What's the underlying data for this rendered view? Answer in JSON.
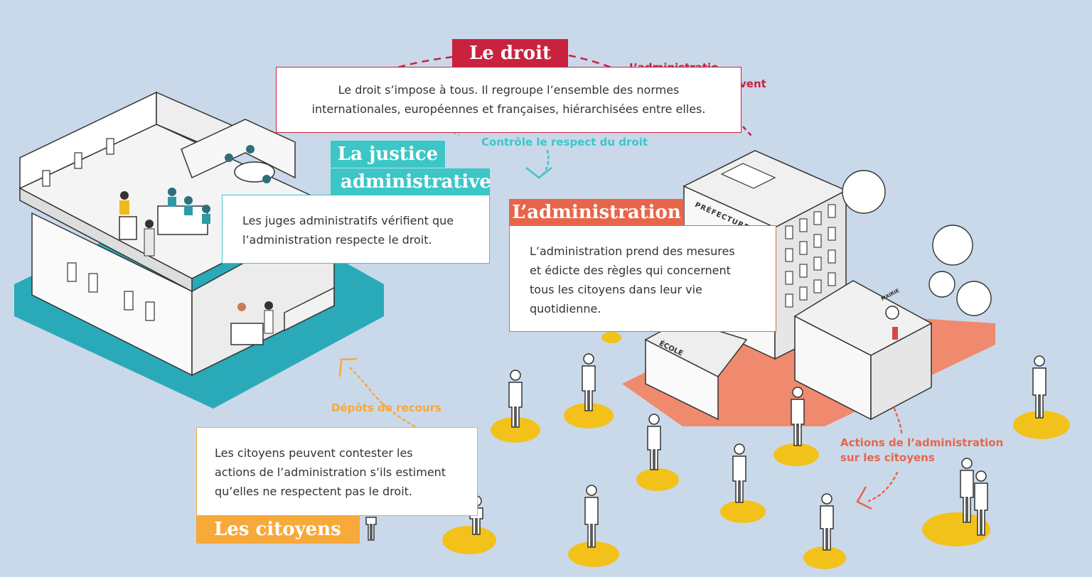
{
  "colors": {
    "background": "#c9d9ea",
    "droit": "#c8223f",
    "justice": "#3dc6c6",
    "administration": "#e8654a",
    "citoyens": "#f7a93a",
    "disc": "#f2c21a"
  },
  "droit": {
    "title": "Le droit",
    "text_line1": "Le droit s’impose à tous. Il regroupe l’ensemble des normes",
    "text_line2": "internationales, européennes et françaises, hiérarchisées entre elles."
  },
  "partial_label": {
    "line1": "L’administratio",
    "line2": "vent"
  },
  "justice": {
    "title_line1": "La justice",
    "title_line2": "administrative",
    "text_line1": "Les juges administratifs vérifient que",
    "text_line2": "l’administration respecte le droit."
  },
  "administration": {
    "title": "L’administration",
    "text_line1": "L’administration prend des mesures",
    "text_line2": "et édicte des règles qui concernent",
    "text_line3": "tous les citoyens dans leur vie",
    "text_line4": "quotidienne."
  },
  "citoyens": {
    "title": "Les citoyens",
    "text_line1": "Les citoyens peuvent contester les",
    "text_line2": "actions de l’administration s’ils estiment",
    "text_line3": "qu’elles ne respectent pas le droit."
  },
  "arrows": {
    "controle": "Contrôle le respect du droit",
    "depots": "Dépôts de recours",
    "actions_line1": "Actions de l’administration",
    "actions_line2": "sur les citoyens"
  },
  "building_signs": {
    "prefecture": "PRÉFECTURE",
    "ecole": "ÉCOLE",
    "mairie": "MAIRIE"
  }
}
